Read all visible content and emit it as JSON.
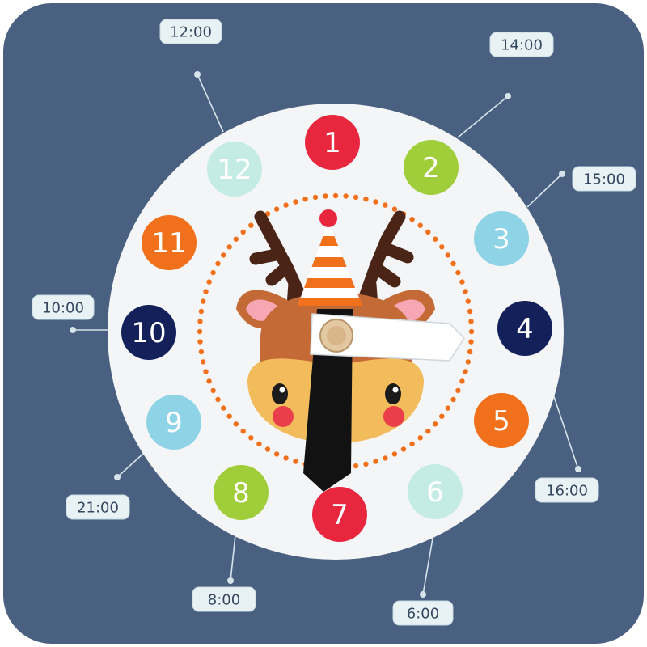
{
  "colors": {
    "panel": "#4a6080",
    "face": "#f4f5f7",
    "red": "#e8273f",
    "green": "#9fce3a",
    "light_blue": "#8fd3e6",
    "navy": "#13205a",
    "orange": "#f0701c",
    "mint": "#c4ece4",
    "dot_ring": "#f0701c",
    "antler": "#4b2418",
    "fur": "#c46a37",
    "muzzle": "#f2bb5b",
    "hour_hand": "#121212",
    "minute_hand": "#ffffff"
  },
  "numerals": [
    {
      "label": "1",
      "color": "#e8273f"
    },
    {
      "label": "2",
      "color": "#9fce3a"
    },
    {
      "label": "3",
      "color": "#8fd3e6"
    },
    {
      "label": "4",
      "color": "#13205a"
    },
    {
      "label": "5",
      "color": "#f0701c"
    },
    {
      "label": "6",
      "color": "#c4ece4"
    },
    {
      "label": "7",
      "color": "#e8273f"
    },
    {
      "label": "8",
      "color": "#9fce3a"
    },
    {
      "label": "9",
      "color": "#8fd3e6"
    },
    {
      "label": "10",
      "color": "#13205a"
    },
    {
      "label": "11",
      "color": "#f0701c"
    },
    {
      "label": "12",
      "color": "#c4ece4"
    }
  ],
  "callouts": [
    {
      "text": "12:00",
      "target": "12"
    },
    {
      "text": "14:00",
      "target": "2"
    },
    {
      "text": "15:00",
      "target": "3"
    },
    {
      "text": "10:00",
      "target": "10"
    },
    {
      "text": "16:00",
      "target": "4"
    },
    {
      "text": "21:00",
      "target": "9"
    },
    {
      "text": "8:00",
      "target": "8"
    },
    {
      "text": "6:00",
      "target": "6"
    }
  ],
  "icons": {
    "deer": "deer-face-icon",
    "hat": "party-hat-icon",
    "pin": "center-pin-icon"
  }
}
